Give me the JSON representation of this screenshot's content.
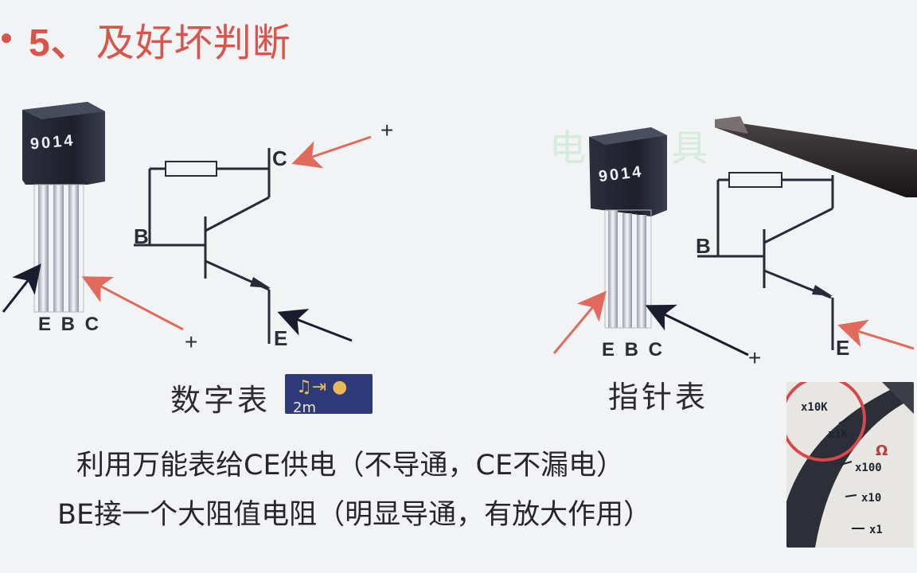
{
  "title": {
    "number": "5、",
    "text": "及好坏判断"
  },
  "left_diagram": {
    "transistor_label": "9014",
    "pins": "E B C",
    "terminal_c": "C",
    "terminal_b": "B",
    "terminal_e": "E",
    "plus_top": "+",
    "plus_bottom": "+",
    "meter_type": "数字表",
    "mode_icon_symbols": "♫⇥ ●",
    "mode_icon_sub": "2m"
  },
  "right_diagram": {
    "transistor_label": "9014",
    "pins": "E B C",
    "terminal_b": "B",
    "terminal_e": "E",
    "plus": "+",
    "meter_type": "指针表",
    "watermark": "电 工 具"
  },
  "meter_photo": {
    "ranges": [
      "x10K",
      "x1K",
      "x100",
      "x10",
      "x1"
    ],
    "unit": "Ω"
  },
  "body": {
    "line1": "利用万能表给CE供电（不导通，CE不漏电）",
    "line2": "BE接一个大阻值电阻（明显导通，有放大作用）"
  },
  "colors": {
    "title": "#d9554c",
    "arrow_red": "#e06a5c",
    "arrow_black": "#1a1d2e",
    "component": "#272a38"
  }
}
